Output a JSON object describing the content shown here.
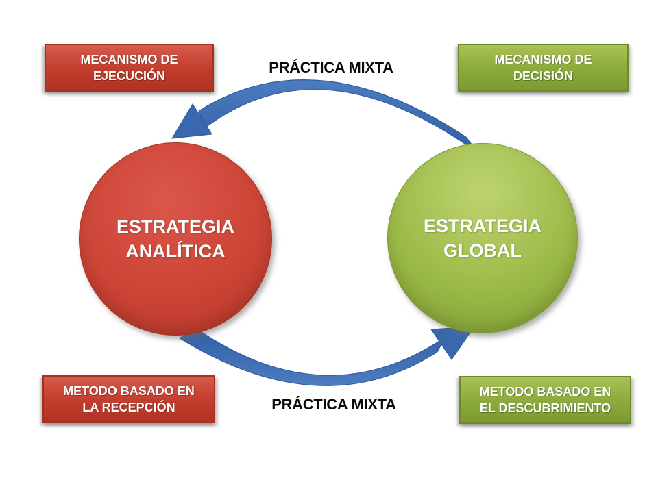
{
  "canvas": {
    "background": "#ffffff"
  },
  "arrows": {
    "top_label": "PRÁCTICA MIXTA",
    "bottom_label": "PRÁCTICA MIXTA",
    "color": "#3a68af"
  },
  "boxes": {
    "top_left": {
      "line1": "MECANISMO DE",
      "line2": "EJECUCIÓN",
      "color": "#C0392B"
    },
    "top_right": {
      "line1": "MECANISMO DE",
      "line2": "DECISIÓN",
      "color": "#8FAC3C"
    },
    "bottom_left": {
      "line1": "METODO BASADO EN",
      "line2": "LA RECEPCIÓN",
      "color": "#C0392B"
    },
    "bottom_right": {
      "line1": "METODO BASADO EN",
      "line2": "EL DESCUBRIMIENTO",
      "color": "#8FAC3C"
    }
  },
  "circles": {
    "left": {
      "line1": "ESTRATEGIA",
      "line2": "ANALÍTICA",
      "color": "#CC4537"
    },
    "right": {
      "line1": "ESTRATEGIA",
      "line2": "GLOBAL",
      "color": "#9DBB49"
    }
  }
}
